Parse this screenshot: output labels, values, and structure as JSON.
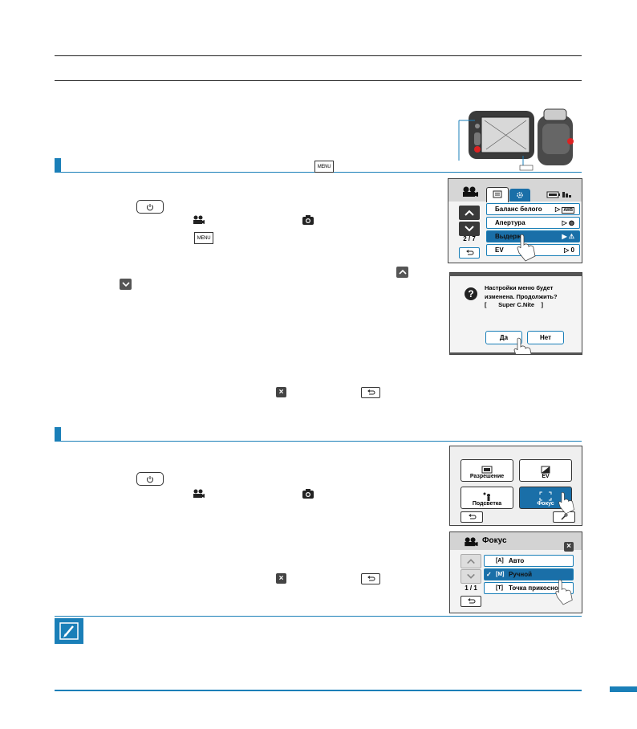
{
  "sections": {
    "section1": {
      "menu_label": "MENU"
    },
    "section2": {}
  },
  "keys": {
    "menu": "MENU"
  },
  "screen1": {
    "page": "2 / 7",
    "items": [
      {
        "label": "Баланс белого",
        "value": "AWB"
      },
      {
        "label": "Апертура",
        "value": ""
      },
      {
        "label": "Выдерж",
        "value": ""
      },
      {
        "label": "EV",
        "value": "0"
      }
    ]
  },
  "screen2": {
    "message": "Настройки меню будет изменена. Продолжить?",
    "mode": "Super C.Nite",
    "yes": "Да",
    "no": "Нет"
  },
  "screen3": {
    "tiles": [
      "Разрешение",
      "EV",
      "Подсветка",
      "Фокус"
    ]
  },
  "screen4": {
    "title": "Фокус",
    "page": "1 / 1",
    "items": [
      "Авто",
      "Ручной",
      "Точка прикоснов"
    ]
  }
}
